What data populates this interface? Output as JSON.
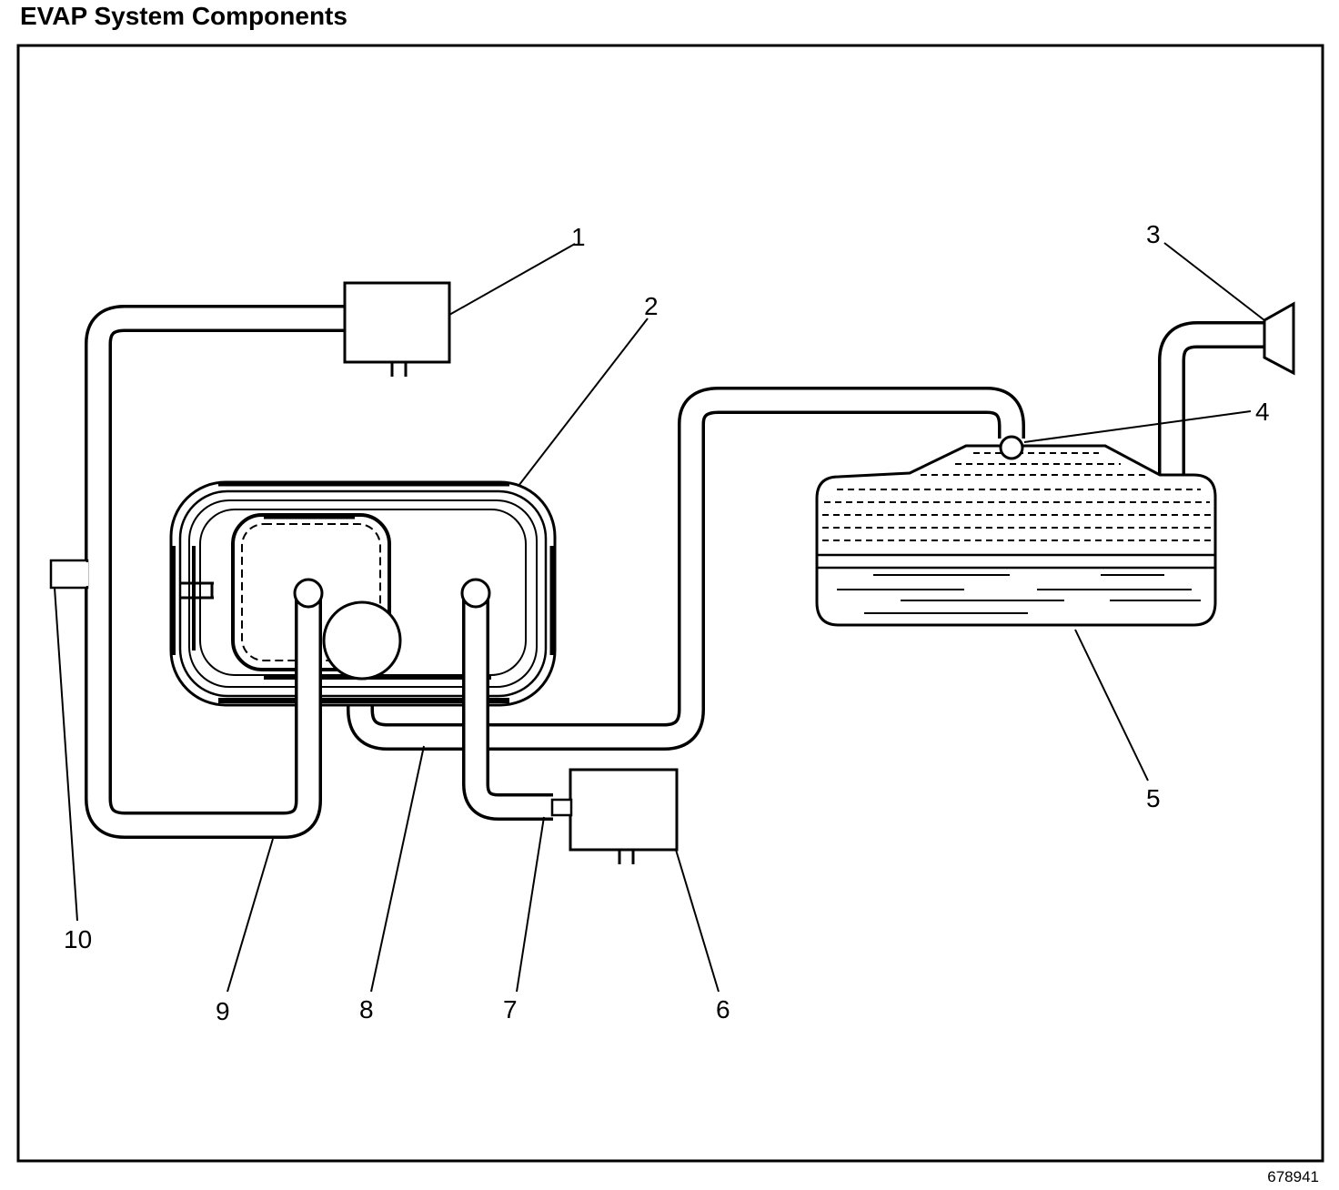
{
  "figure": {
    "title": "EVAP System Components",
    "figure_id": "678941"
  },
  "callouts": {
    "c1": "1",
    "c2": "2",
    "c3": "3",
    "c4": "4",
    "c5": "5",
    "c6": "6",
    "c7": "7",
    "c8": "8",
    "c9": "9",
    "c10": "10"
  }
}
